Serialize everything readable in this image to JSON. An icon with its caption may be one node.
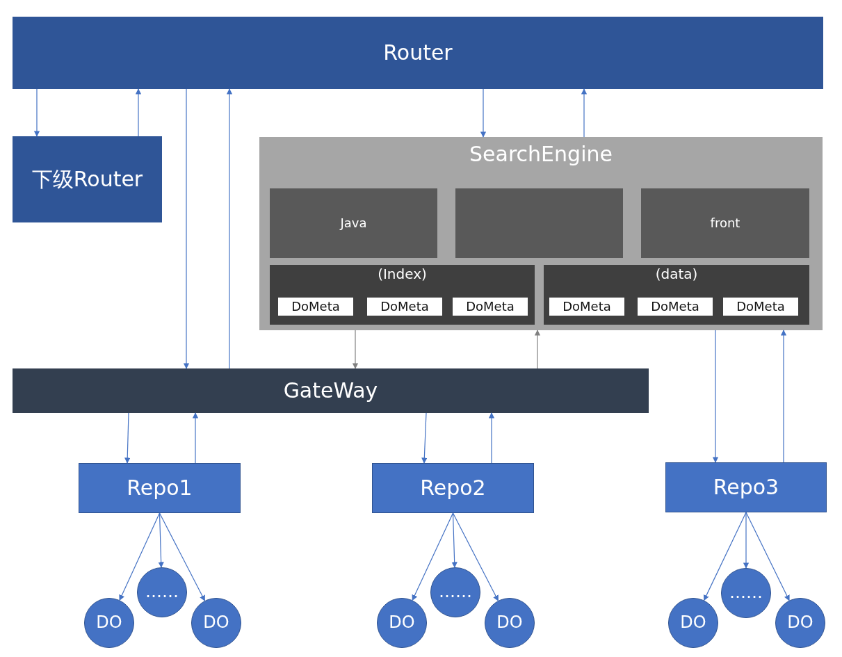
{
  "diagram": {
    "nodes": [
      {
        "text": [
          "Router"
        ]
      },
      {
        "text": [
          "下级Router"
        ]
      },
      {
        "text": [
          "SearchEngine"
        ]
      },
      {
        "text": [
          "Java"
        ],
        "in": 2
      },
      {
        "text": [],
        "shape": "box",
        "in": 2
      },
      {
        "text": [
          "front"
        ],
        "in": 2
      },
      {
        "text": [
          "(Index)"
        ],
        "in": 2
      },
      {
        "text": [
          "DoMeta"
        ],
        "in": 6
      },
      {
        "text": [
          "DoMeta"
        ],
        "in": 6
      },
      {
        "text": [
          "DoMeta"
        ],
        "in": 6
      },
      {
        "text": [
          "(data)"
        ],
        "in": 2
      },
      {
        "text": [
          "DoMeta"
        ],
        "in": 10
      },
      {
        "text": [
          "DoMeta"
        ],
        "in": 10
      },
      {
        "text": [
          "DoMeta"
        ],
        "in": 10
      },
      {
        "text": [
          "GateWay"
        ]
      },
      {
        "text": [
          "Repo1"
        ]
      },
      {
        "text": [
          "Repo2"
        ]
      },
      {
        "text": [
          "Repo3"
        ]
      },
      {
        "text": [
          "DO"
        ]
      },
      {
        "text": [
          "……"
        ]
      },
      {
        "text": [
          "DO"
        ]
      },
      {
        "text": [
          "DO"
        ]
      },
      {
        "text": [
          "……"
        ]
      },
      {
        "text": [
          "DO"
        ]
      },
      {
        "text": [
          "DO"
        ]
      },
      {
        "text": [
          "……"
        ]
      },
      {
        "text": [
          "DO"
        ]
      }
    ],
    "edges": [
      {
        "from": 0,
        "to": 1,
        "arrow": "to"
      },
      {
        "from": 1,
        "to": 0,
        "arrow": "to"
      },
      {
        "from": 0,
        "to": 14,
        "arrow": "to"
      },
      {
        "from": 14,
        "to": 0,
        "arrow": "to"
      },
      {
        "from": 0,
        "to": 2,
        "arrow": "to"
      },
      {
        "from": 2,
        "to": 0,
        "arrow": "to"
      },
      {
        "from": 2,
        "to": 14,
        "arrow": "to",
        "color": "#808080"
      },
      {
        "from": 14,
        "to": 2,
        "arrow": "to",
        "color": "#808080"
      },
      {
        "from": 14,
        "to": 15,
        "arrow": "to"
      },
      {
        "from": 15,
        "to": 14,
        "arrow": "to"
      },
      {
        "from": 14,
        "to": 16,
        "arrow": "to"
      },
      {
        "from": 16,
        "to": 14,
        "arrow": "to"
      },
      {
        "from": 2,
        "to": 17,
        "arrow": "to"
      },
      {
        "from": 17,
        "to": 2,
        "arrow": "to"
      },
      {
        "from": 15,
        "to": 18,
        "arrow": "to"
      },
      {
        "from": 15,
        "to": 19,
        "arrow": "to"
      },
      {
        "from": 15,
        "to": 20,
        "arrow": "to"
      },
      {
        "from": 16,
        "to": 21,
        "arrow": "to"
      },
      {
        "from": 16,
        "to": 22,
        "arrow": "to"
      },
      {
        "from": 16,
        "to": 23,
        "arrow": "to"
      },
      {
        "from": 17,
        "to": 24,
        "arrow": "to"
      },
      {
        "from": 17,
        "to": 25,
        "arrow": "to"
      },
      {
        "from": 17,
        "to": 26,
        "arrow": "to"
      }
    ]
  }
}
